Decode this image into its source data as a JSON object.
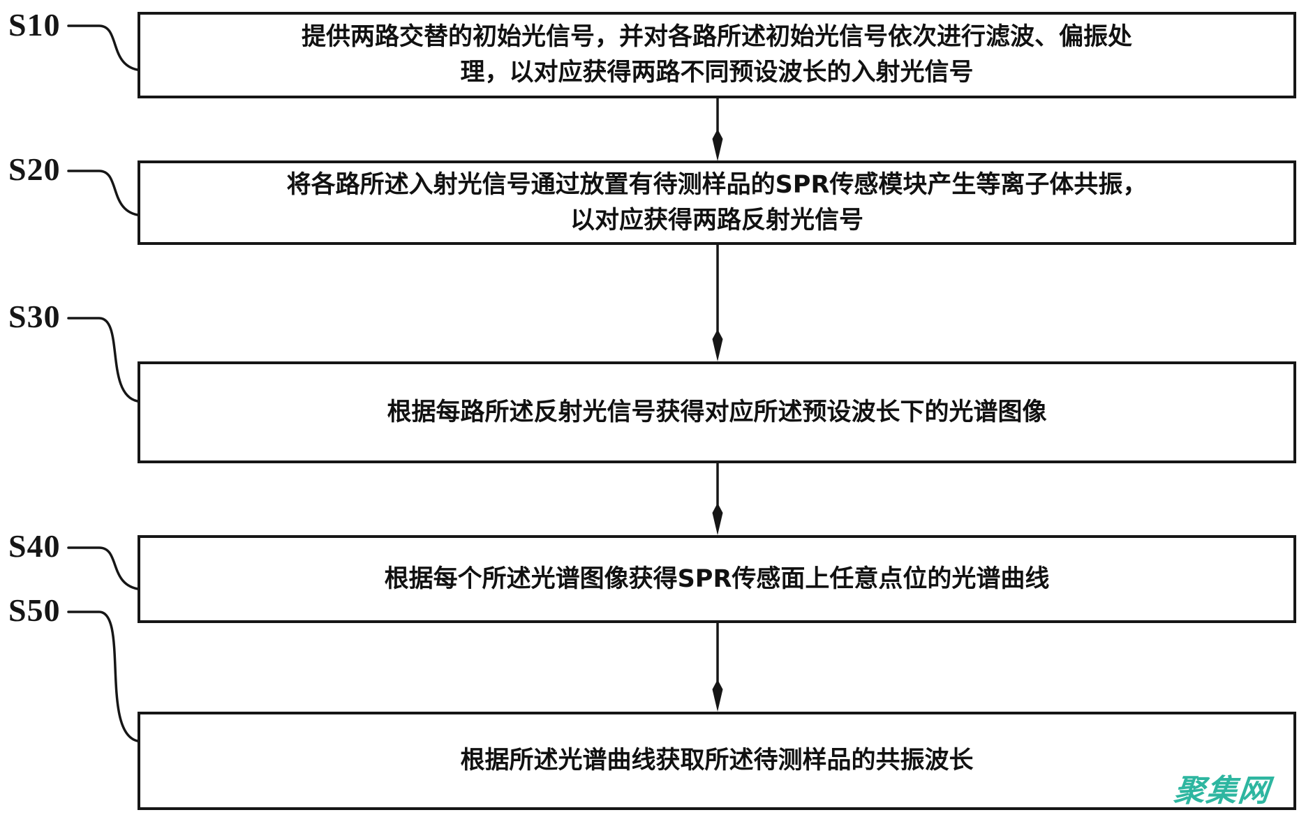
{
  "figure": {
    "type": "flowchart",
    "steps": [
      {
        "id": "S10",
        "lines": [
          "提供两路交替的初始光信号，并对各路所述初始光信号依次进行滤波、偏振处",
          "理，以对应获得两路不同预设波长的入射光信号"
        ]
      },
      {
        "id": "S20",
        "lines": [
          "将各路所述入射光信号通过放置有待测样品的SPR传感模块产生等离子体共振，",
          "以对应获得两路反射光信号"
        ]
      },
      {
        "id": "S30",
        "lines": [
          "根据每路所述反射光信号获得对应所述预设波长下的光谱图像"
        ]
      },
      {
        "id": "S40",
        "lines": [
          "根据每个所述光谱图像获得SPR传感面上任意点位的光谱曲线"
        ]
      },
      {
        "id": "S50",
        "lines": [
          "根据所述光谱曲线获取所述待测样品的共振波长"
        ]
      }
    ],
    "watermark": {
      "text": "聚集网",
      "color": "#2eb6a0"
    },
    "colors": {
      "line": "#161616",
      "background": "#ffffff"
    }
  }
}
